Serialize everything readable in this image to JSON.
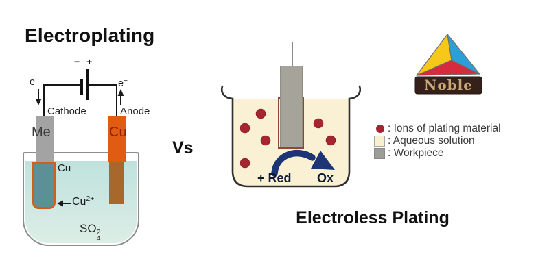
{
  "left_diagram": {
    "title": "Electroplating",
    "battery_polarity": "− +",
    "electron": {
      "base": "e",
      "sup": "−"
    },
    "cathode_label": "Cathode",
    "anode_label": "Anode",
    "cathode_electrode_label": "Me",
    "anode_electrode_label": "Cu",
    "coating_label": "Cu",
    "copper_ion": {
      "base": "Cu",
      "sup": "2+"
    },
    "sulfate_ion": {
      "base": "SO",
      "sup": "2−",
      "sub": "4"
    }
  },
  "vs_label": "Vs",
  "right_diagram": {
    "title": "Electroless Plating",
    "reduction_label": "+ Red",
    "oxidation_label": "Ox",
    "ion_count": 6
  },
  "logo": {
    "text": "Noble"
  },
  "legend": {
    "items": [
      {
        "swatch": "red-dot",
        "label": ": Ions of plating material"
      },
      {
        "swatch": "cream-square",
        "label": ": Aqueous solution"
      },
      {
        "swatch": "gray-square",
        "label": ": Workpiece"
      }
    ]
  },
  "colors": {
    "water": "#c6e4e0",
    "aqueous_solution": "#faf0d3",
    "ion_dot": "#a52531",
    "workpiece_gray": "#a6a39b",
    "cathode_gray": "#a3a3a3",
    "anode_orange": "#e15c12",
    "anode_submerged": "#a8682b",
    "coating_border": "#d06018",
    "coating_fill": "#5c9097",
    "redox_arrow_navy": "#1d3575",
    "logo_yellow": "#f6c81a",
    "logo_blue": "#2ba0d8",
    "logo_red": "#d62b3e",
    "logo_banner": "#35211a",
    "logo_text": "#c9a878"
  }
}
